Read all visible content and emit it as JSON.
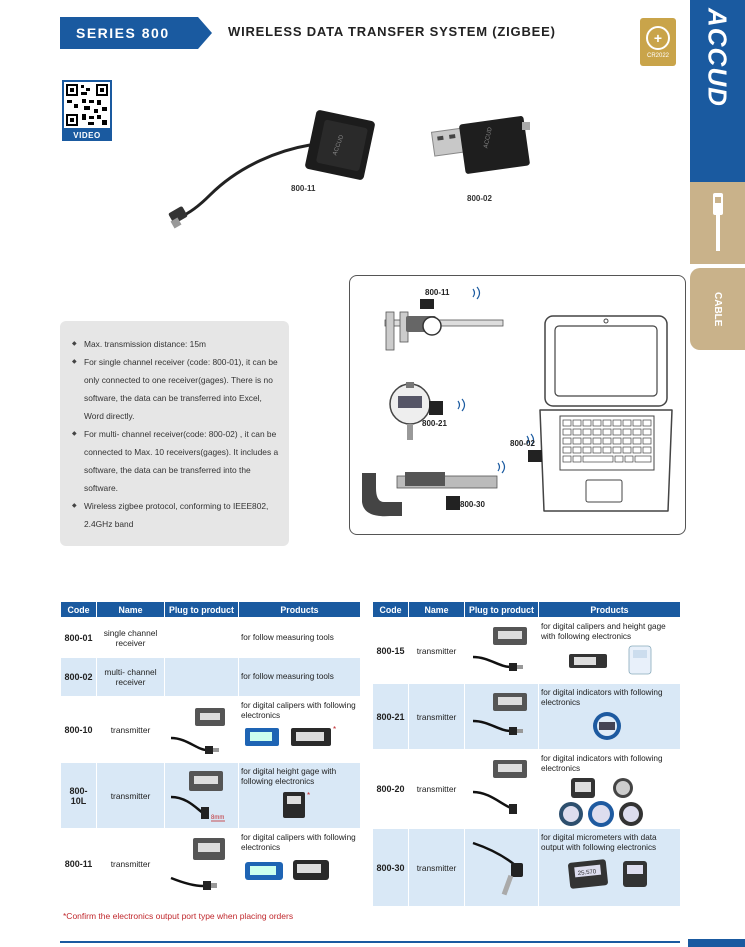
{
  "header": {
    "series": "SERIES 800",
    "title": "WIRELESS DATA TRANSFER SYSTEM (ZIGBEE)",
    "badge_text": "CR2022"
  },
  "sidebar": {
    "brand": "ACCUD",
    "usb_icon": "usb-cable-icon",
    "cable_label": "CABLE"
  },
  "qr": {
    "label": "VIDEO"
  },
  "products": [
    {
      "code": "800-11"
    },
    {
      "code": "800-02"
    }
  ],
  "features": [
    "Max. transmission distance: 15m",
    "For single channel receiver (code: 800-01), it can be only connected to one receiver(gages). There is no software, the data can be transferred into Excel, Word directly.",
    "For multi- channel receiver(code: 800-02) , it can be connected to Max. 10 receivers(gages). It includes a software, the data can be transferred into the software.",
    "Wireless zigbee protocol, conforming to IEEE802, 2.4GHz band"
  ],
  "diagram": {
    "labels": [
      "800-11",
      "800-21",
      "800-02",
      "800-30"
    ]
  },
  "table_left": {
    "headers": [
      "Code",
      "Name",
      "Plug to product",
      "Products"
    ],
    "rows": [
      {
        "code": "800-01",
        "name": "single channel receiver",
        "products": "for follow measuring tools"
      },
      {
        "code": "800-02",
        "name": "multi- channel receiver",
        "products": "for follow measuring tools"
      },
      {
        "code": "800-10",
        "name": "transmitter",
        "products": "for digital calipers with following electronics"
      },
      {
        "code": "800-10L",
        "name": "transmitter",
        "products": "for digital height gage with following electronics",
        "plug_note": "8mm"
      },
      {
        "code": "800-11",
        "name": "transmitter",
        "products": "for digital calipers with following electronics"
      }
    ]
  },
  "table_right": {
    "headers": [
      "Code",
      "Name",
      "Plug to product",
      "Products"
    ],
    "rows": [
      {
        "code": "800-15",
        "name": "transmitter",
        "products": "for digital calipers and height gage with following electronics"
      },
      {
        "code": "800-21",
        "name": "transmitter",
        "products": "for digital indicators with following electronics"
      },
      {
        "code": "800-20",
        "name": "transmitter",
        "products": "for digital indicators with following electronics"
      },
      {
        "code": "800-30",
        "name": "transmitter",
        "products": "for digital micrometers with data output with following electronics",
        "display": "25.570"
      }
    ]
  },
  "note": "*Confirm the electronics output port type when placing orders",
  "colors": {
    "brand_blue": "#1a5aa0",
    "row_tint": "#d9e8f6",
    "gold": "#c9a44a",
    "tan": "#c9b28a",
    "note_red": "#c0282d"
  }
}
